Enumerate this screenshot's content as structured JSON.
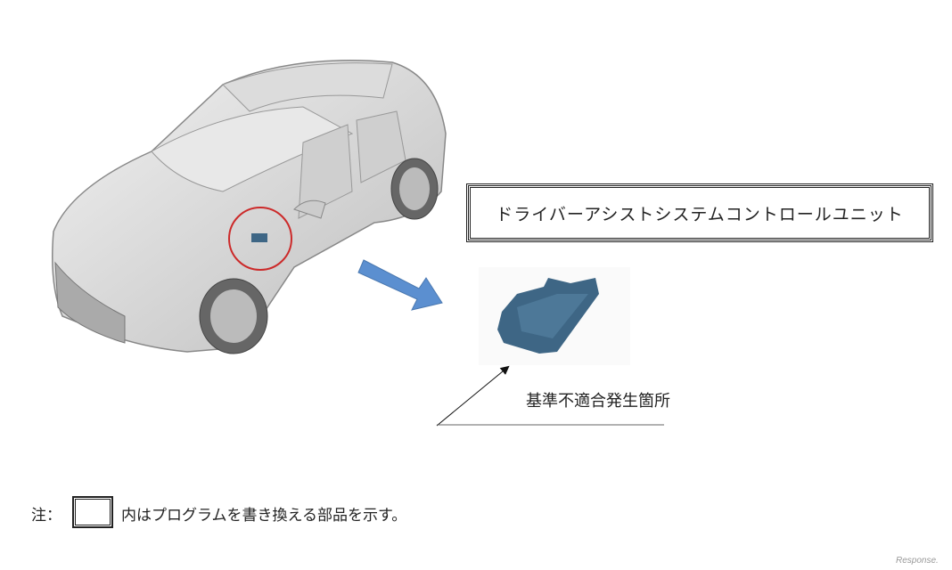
{
  "part_label": "ドライバーアシストシステムコントロールユニット",
  "location_label": "基準不適合発生箇所",
  "note": {
    "prefix": "注：",
    "text": "内はプログラムを書き換える部品を示す。"
  },
  "watermark": "Response.",
  "colors": {
    "arrow": "#5b8fd0",
    "unit": "#3e6685",
    "circle": "#cc2a2a"
  }
}
